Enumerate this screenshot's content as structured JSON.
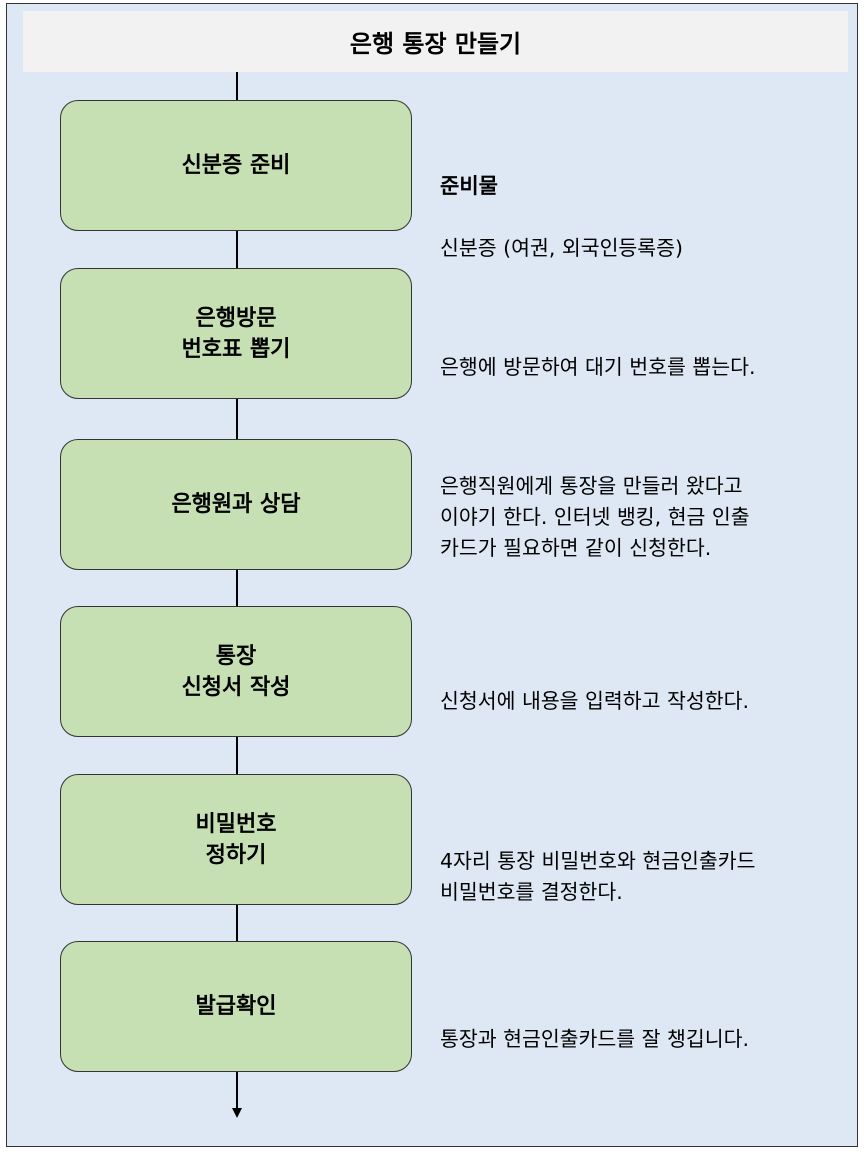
{
  "title": "은행 통장 만들기",
  "steps": [
    {
      "label": "신분증 준비",
      "desc_heading": "준비물",
      "desc": "신분증 (여권, 외국인등록증)"
    },
    {
      "label": "은행방문\n번호표 뽑기",
      "desc": "은행에 방문하여 대기 번호를 뽑는다."
    },
    {
      "label": "은행원과 상담",
      "desc": "은행직원에게 통장을 만들러 왔다고\n이야기 한다. 인터넷 뱅킹, 현금 인출\n카드가 필요하면 같이 신청한다."
    },
    {
      "label": "통장\n신청서 작성",
      "desc": "신청서에 내용을 입력하고 작성한다."
    },
    {
      "label": "비밀번호\n정하기",
      "desc": "4자리 통장 비밀번호와 현금인출카드\n비밀번호를 결정한다."
    },
    {
      "label": "발급확인",
      "desc": "통장과 현금인출카드를 잘 챙깁니다."
    }
  ]
}
